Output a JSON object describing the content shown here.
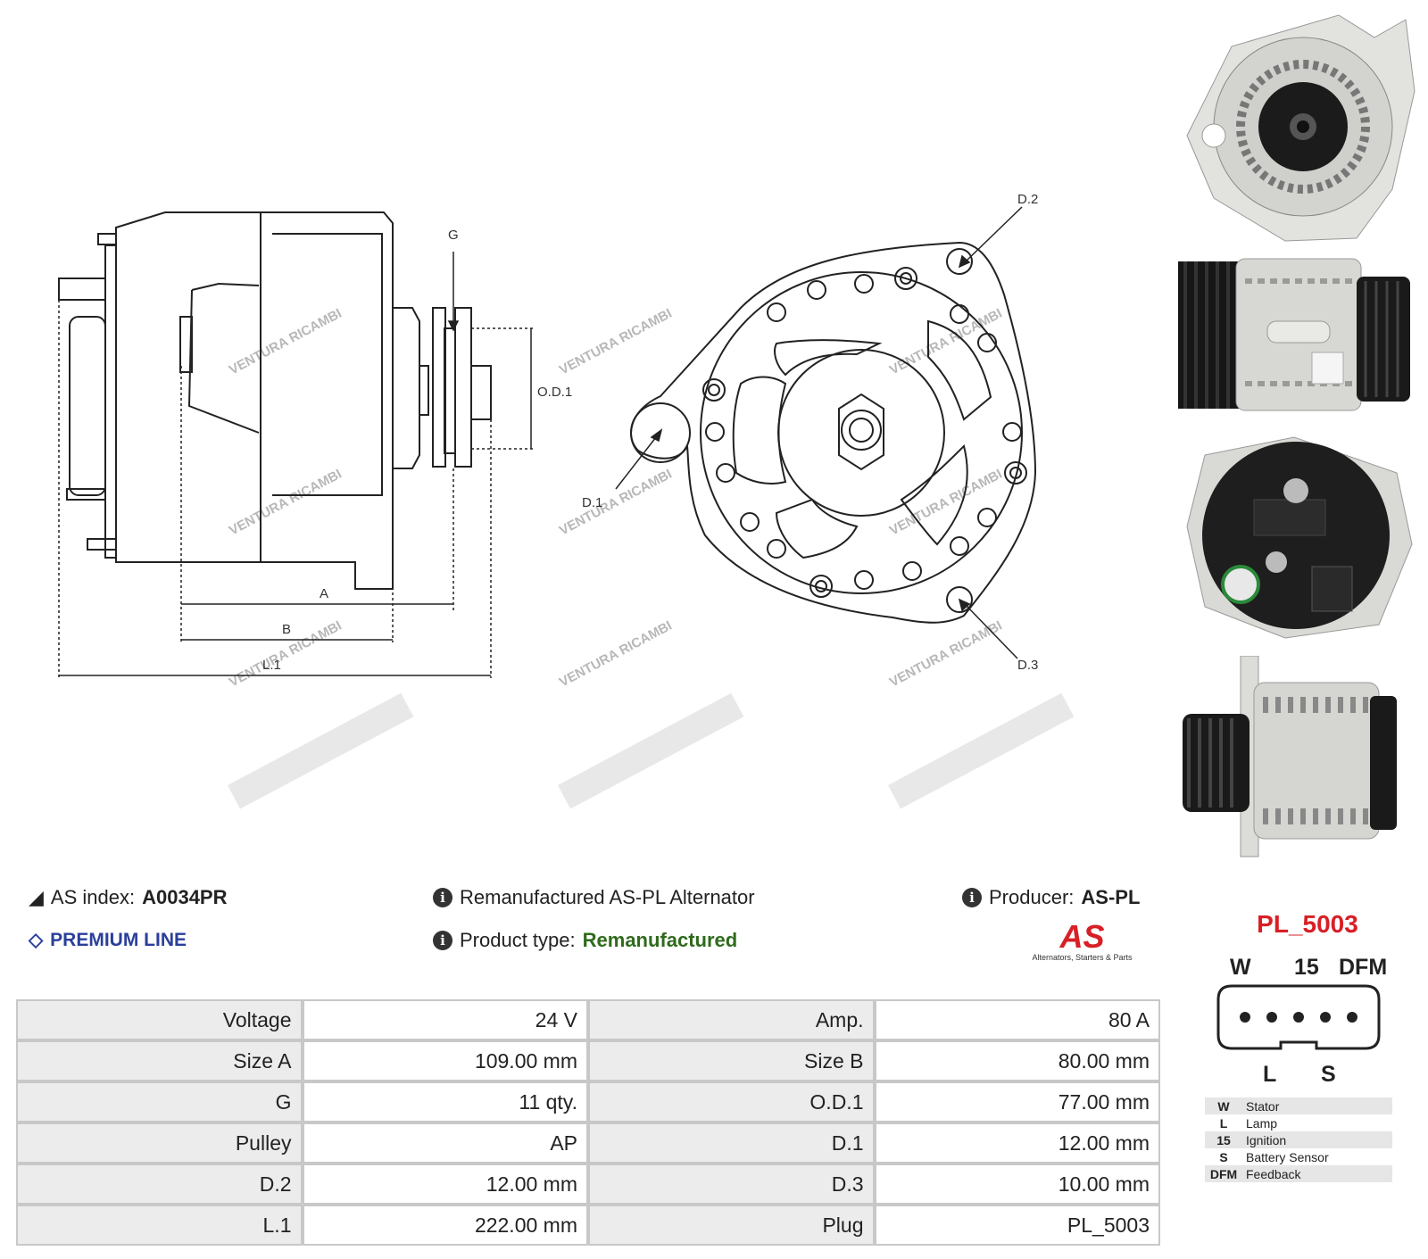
{
  "diagram": {
    "labels": {
      "g": "G",
      "od1": "O.D.1",
      "a": "A",
      "b": "B",
      "l1": "L.1",
      "d1": "D.1",
      "d2": "D.2",
      "d3": "D.3"
    },
    "watermark": "VENTURA RICAMBI"
  },
  "photos": [
    "front-view",
    "side-view",
    "rear-view",
    "pulley-side-view"
  ],
  "info": {
    "as_index_label": "AS index:",
    "as_index_value": "A0034PR",
    "premium_line": "PREMIUM LINE",
    "description": "Remanufactured AS-PL Alternator",
    "product_type_label": "Product type:",
    "product_type_value": "Remanufactured",
    "producer_label": "Producer:",
    "producer_value": "AS-PL",
    "logo_text": "AS",
    "logo_tagline": "Alternators, Starters & Parts"
  },
  "specs": [
    {
      "l1": "Voltage",
      "v1": "24 V",
      "l2": "Amp.",
      "v2": "80 A"
    },
    {
      "l1": "Size A",
      "v1": "109.00 mm",
      "l2": "Size B",
      "v2": "80.00 mm"
    },
    {
      "l1": "G",
      "v1": "11 qty.",
      "l2": "O.D.1",
      "v2": "77.00 mm"
    },
    {
      "l1": "Pulley",
      "v1": "AP",
      "l2": "D.1",
      "v2": "12.00 mm"
    },
    {
      "l1": "D.2",
      "v1": "12.00 mm",
      "l2": "D.3",
      "v2": "10.00 mm"
    },
    {
      "l1": "L.1",
      "v1": "222.00 mm",
      "l2": "Plug",
      "v2": "PL_5003"
    }
  ],
  "plug": {
    "title": "PL_5003",
    "pins_top": [
      "W",
      "15",
      "DFM"
    ],
    "pins_bottom": [
      "L",
      "S"
    ],
    "legend": [
      {
        "key": "W",
        "desc": "Stator"
      },
      {
        "key": "L",
        "desc": "Lamp"
      },
      {
        "key": "15",
        "desc": "Ignition"
      },
      {
        "key": "S",
        "desc": "Battery Sensor"
      },
      {
        "key": "DFM",
        "desc": "Feedback"
      }
    ]
  },
  "colors": {
    "accent_red": "#d81f26",
    "premium_blue": "#2a3f9a",
    "product_type_green": "#2f6a1c"
  }
}
